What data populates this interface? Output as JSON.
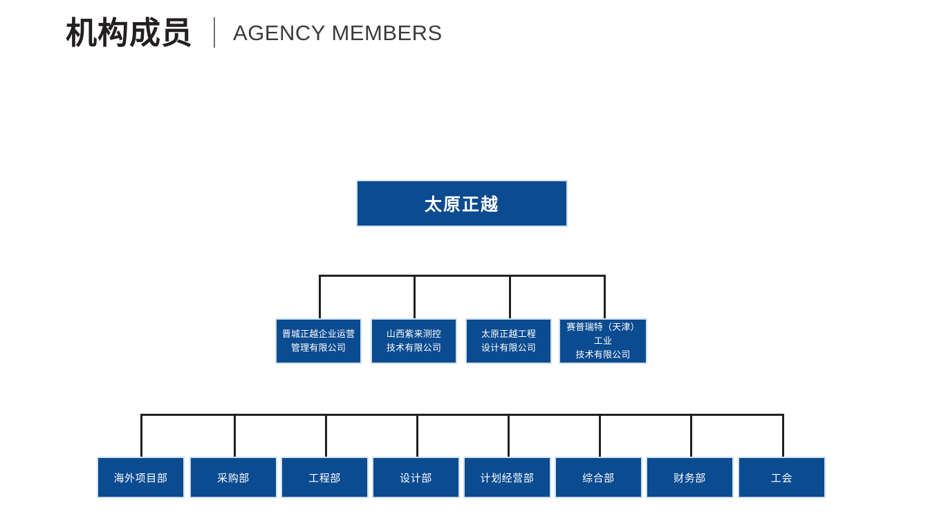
{
  "header": {
    "title_cn": "机构成员",
    "title_en": "AGENCY MEMBERS",
    "divider": "|"
  },
  "theme": {
    "box_fill": "#0b4b90",
    "box_outline": "#cfe0f2",
    "line_color": "#231f20",
    "text_color": "#ffffff",
    "title_color": "#231f20",
    "background": "#ffffff"
  },
  "org_chart": {
    "root": {
      "label": "太原正越"
    },
    "level2": [
      {
        "label": "晋城正越企业运营\n管理有限公司"
      },
      {
        "label": "山西紫来测控\n技术有限公司"
      },
      {
        "label": "太原正越工程\n设计有限公司"
      },
      {
        "label": "赛普瑞特（天津）工业\n技术有限公司"
      }
    ],
    "level3": [
      {
        "label": "海外项目部"
      },
      {
        "label": "采购部"
      },
      {
        "label": "工程部"
      },
      {
        "label": "设计部"
      },
      {
        "label": "计划经营部"
      },
      {
        "label": "综合部"
      },
      {
        "label": "财务部"
      },
      {
        "label": "工会"
      }
    ]
  }
}
